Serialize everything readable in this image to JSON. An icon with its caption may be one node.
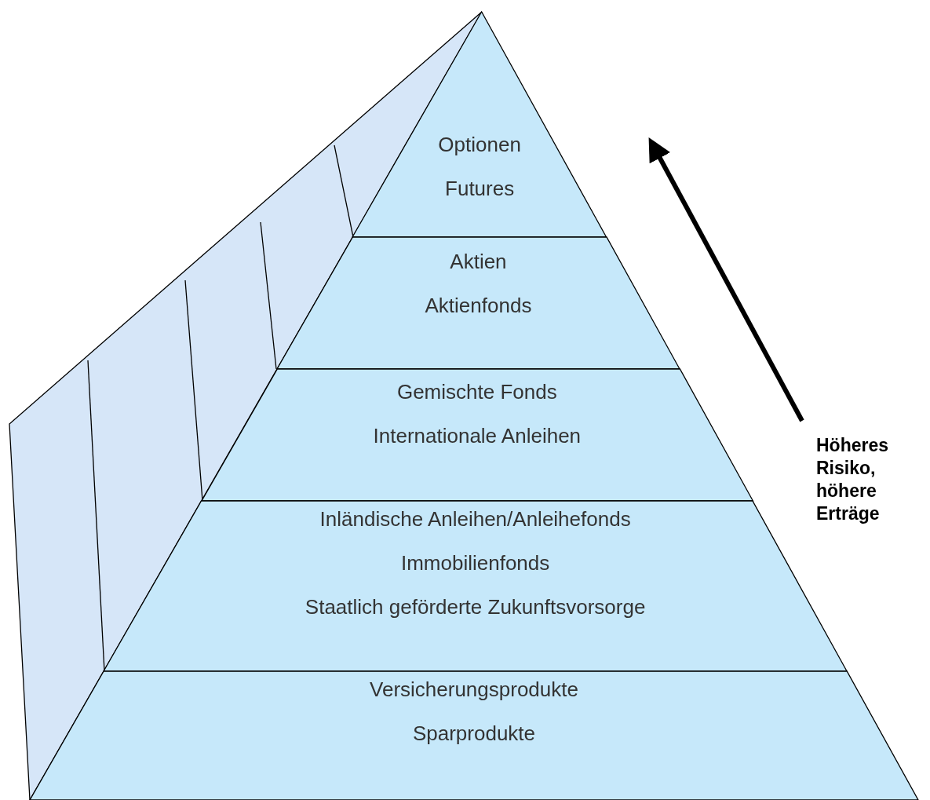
{
  "diagram": {
    "nodes": [
      {
        "text": [
          "Optionen",
          "Futures"
        ]
      },
      {
        "text": [
          "Aktien",
          "Aktienfonds"
        ]
      },
      {
        "text": [
          "Gemischte Fonds",
          "Internationale Anleihen"
        ]
      },
      {
        "text": [
          "Inländische Anleihen/Anleihefonds",
          "Immobilienfonds",
          "Staatlich geförderte Zukunftsvorsorge"
        ]
      },
      {
        "text": [
          "Versicherungsprodukte",
          "Sparprodukte"
        ]
      }
    ],
    "labels": [
      "Höheres Risiko, höhere Erträge"
    ]
  }
}
